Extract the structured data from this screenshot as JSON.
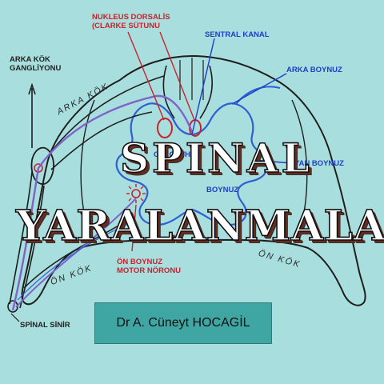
{
  "labels": {
    "nucleus_line1": "NUKLEUS DORSALİS",
    "nucleus_line2": "(CLARKE SÜTUNU",
    "central_canal": "SENTRAL KANAL",
    "dorsal_horn": "ARKA BOYNUZ",
    "dorsal_root_ganglion_line1": "ARKA KÖK",
    "dorsal_root_ganglion_line2": "GANGLİYONU",
    "dorsal_root": "ARKA KÖK",
    "gray_matter_partial": "GRİ CEVHER",
    "lateral_horn": "YAN BOYNUZ",
    "horn_partial": "BOYNUZ",
    "ventral_horn_line1": "ÖN BOYNUZ",
    "ventral_horn_line2": "MOTOR NÖRONU",
    "ventral_root_left": "ÖN KÖK",
    "ventral_root_right": "ÖN KÖK",
    "spinal_nerve": "SPİNAL SİNİR"
  },
  "title": {
    "line1": "SPINAL",
    "line2": "YARALANMALAR"
  },
  "author": "Dr A. Cüneyt HOCAGİL",
  "colors": {
    "background": "#a9dede",
    "outline": "#1e1e1e",
    "gray_matter": "#2f5fd0",
    "nerve_pathway": "#7f63c8",
    "red_label": "#c8232c",
    "blue_label": "#1d3fc8",
    "author_box": "#3fa6a4"
  }
}
